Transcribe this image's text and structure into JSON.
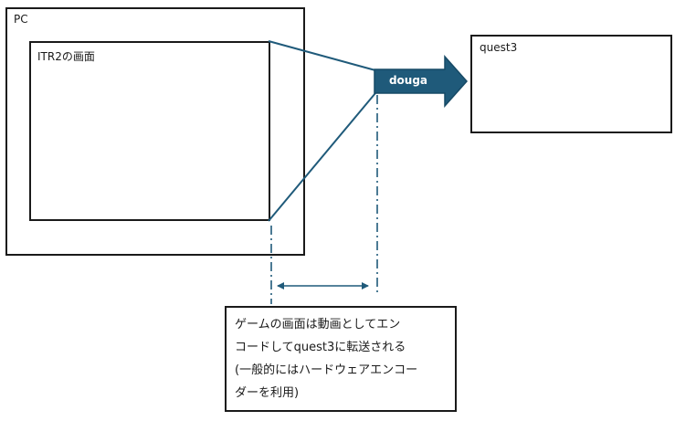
{
  "pc": {
    "label": "PC"
  },
  "screen": {
    "label": "ITR2の画面"
  },
  "quest": {
    "label": "quest3"
  },
  "arrow": {
    "label": "douga",
    "color": "#1f5a7a"
  },
  "note": {
    "lines": [
      "ゲームの画面は動画としてエン",
      "コードしてquest3に転送される",
      "(一般的にはハードウェアエンコー",
      "ダーを利用)"
    ]
  },
  "colors": {
    "line": "#1f5a7a",
    "border": "#1a1a1a"
  }
}
